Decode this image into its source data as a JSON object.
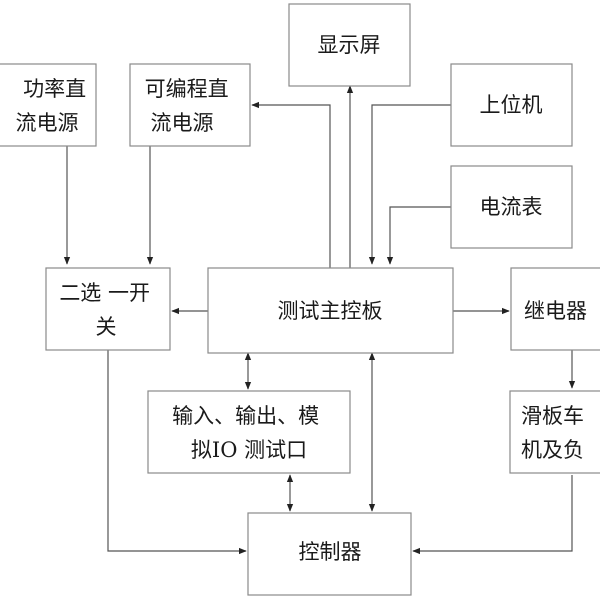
{
  "diagram": {
    "nodes": {
      "power_dc": [
        "功率直",
        "流电源"
      ],
      "programmable_dc": [
        "可编程直",
        "流电源"
      ],
      "display": [
        "显示屏"
      ],
      "host_computer": [
        "上位机"
      ],
      "ammeter": [
        "电流表"
      ],
      "switch": [
        "二选 一开",
        "关"
      ],
      "main_board": [
        "测试主控板"
      ],
      "relay": [
        "继电器"
      ],
      "io_test": [
        "输入、输出、模",
        "拟IO 测试口"
      ],
      "motor_load": [
        "滑板车",
        "机及负"
      ],
      "controller": [
        "控制器"
      ]
    },
    "edges": [
      {
        "from": "power_dc",
        "to": "switch"
      },
      {
        "from": "programmable_dc",
        "to": "switch"
      },
      {
        "from": "main_board",
        "to": "switch"
      },
      {
        "from": "main_board",
        "to": "programmable_dc"
      },
      {
        "from": "main_board",
        "to": "display"
      },
      {
        "from": "host_computer",
        "to": "main_board"
      },
      {
        "from": "ammeter",
        "to": "main_board"
      },
      {
        "from": "main_board",
        "to": "relay"
      },
      {
        "from": "main_board",
        "to": "io_test",
        "bidirectional": true
      },
      {
        "from": "io_test",
        "to": "controller",
        "bidirectional": true
      },
      {
        "from": "main_board",
        "to": "controller",
        "bidirectional": true
      },
      {
        "from": "relay",
        "to": "motor_load"
      },
      {
        "from": "switch",
        "to": "controller"
      },
      {
        "from": "motor_load",
        "to": "controller"
      }
    ]
  }
}
